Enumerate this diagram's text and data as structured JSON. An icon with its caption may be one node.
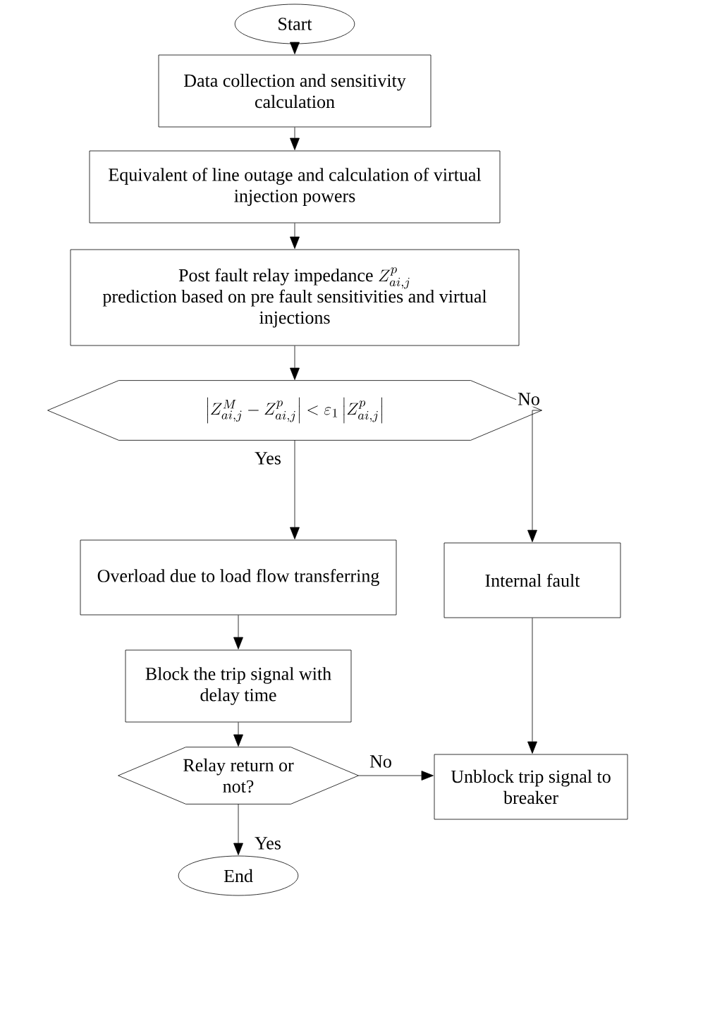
{
  "diagram": {
    "nodes": [
      {
        "text": [
          "Start"
        ]
      },
      {
        "text": [
          "Data collection and sensitivity calculation"
        ]
      },
      {
        "text": [
          "Equivalent of line outage and calculation of virtual injection powers"
        ]
      },
      {
        "text": [
          "Post fault relay impedance",
          "Z^{p}_{ai,j}",
          "prediction based on pre fault sensitivities and virtual injections"
        ]
      },
      {
        "text": [
          "\\left|Z^{M}_{ai,j} - Z^{p}_{ai,j}\\right| < \\varepsilon_{1}\\left|Z^{p}_{ai,j}\\right|"
        ]
      },
      {
        "text": [
          "Overload due to load flow transferring"
        ]
      },
      {
        "text": [
          "Internal fault"
        ]
      },
      {
        "text": [
          "Block the trip signal with delay time"
        ]
      },
      {
        "text": [
          "Relay return or not?"
        ]
      },
      {
        "text": [
          "Unblock trip signal to breaker"
        ]
      },
      {
        "text": [
          "End"
        ]
      }
    ],
    "edges": [
      {
        "from": 0,
        "to": 1,
        "arrow": "to"
      },
      {
        "from": 1,
        "to": 2,
        "arrow": "to"
      },
      {
        "from": 2,
        "to": 3,
        "arrow": "to"
      },
      {
        "from": 3,
        "to": 4,
        "arrow": "to"
      },
      {
        "from": 4,
        "to": 5,
        "arrow": "to",
        "label": "Yes"
      },
      {
        "from": 4,
        "to": 6,
        "arrow": "to",
        "label": "No"
      },
      {
        "from": 5,
        "to": 7,
        "arrow": "to"
      },
      {
        "from": 7,
        "to": 8,
        "arrow": "to"
      },
      {
        "from": 8,
        "to": 9,
        "arrow": "to",
        "label": "No"
      },
      {
        "from": 6,
        "to": 9,
        "arrow": "to"
      },
      {
        "from": 8,
        "to": 10,
        "arrow": "to",
        "label": "Yes"
      }
    ]
  }
}
